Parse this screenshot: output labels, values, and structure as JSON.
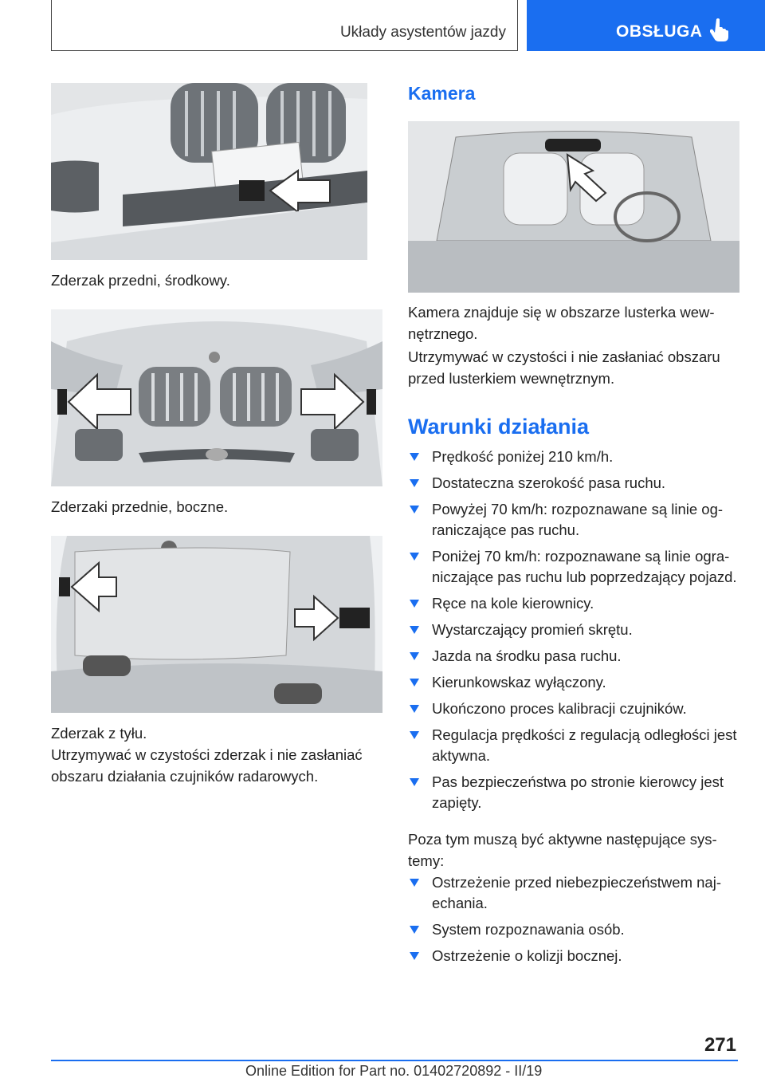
{
  "header": {
    "section_title": "Układy asystentów jazdy",
    "chapter_tab": "OBSŁUGA"
  },
  "left": {
    "caption1": "Zderzak przedni, środkowy.",
    "caption2": "Zderzaki przednie, boczne.",
    "caption3": "Zderzak z tyłu.",
    "paragraph": "Utrzymywać w czystości zderzak i nie zasłaniać obszaru działania czujników radarowych."
  },
  "right": {
    "camera_heading": "Kamera",
    "camera_p1": "Kamera znajduje się w obszarze lusterka wew­nętrznego.",
    "camera_p2": "Utrzymywać w czystości i nie zasłaniać obszaru przed lusterkiem wewnętrznym.",
    "conditions_heading": "Warunki działania",
    "conditions": [
      "Prędkość poniżej 210 km/h.",
      "Dostateczna szerokość pasa ruchu.",
      "Powyżej 70 km/h: rozpoznawane są linie og­raniczające pas ruchu.",
      "Poniżej 70 km/h: rozpoznawane są linie ogra­niczające pas ruchu lub poprzedzający po­jazd.",
      "Ręce na kole kierownicy.",
      "Wystarczający promień skrętu.",
      "Jazda na środku pasa ruchu.",
      "Kierunkowskaz wyłączony.",
      "Ukończono proces kalibracji czujników.",
      "Regulacja prędkości z regulacją odległości jest aktywna.",
      "Pas bezpieczeństwa po stronie kierowcy jest zapięty."
    ],
    "systems_intro": "Poza tym muszą być aktywne następujące sys­temy:",
    "systems": [
      "Ostrzeżenie przed niebezpieczeństwem naj­echania.",
      "System rozpoznawania osób.",
      "Ostrzeżenie o kolizji bocznej."
    ]
  },
  "footer": {
    "page_number": "271",
    "edition": "Online Edition for Part no. 01402720892 - II/19"
  },
  "colors": {
    "accent": "#1a6ef0"
  }
}
